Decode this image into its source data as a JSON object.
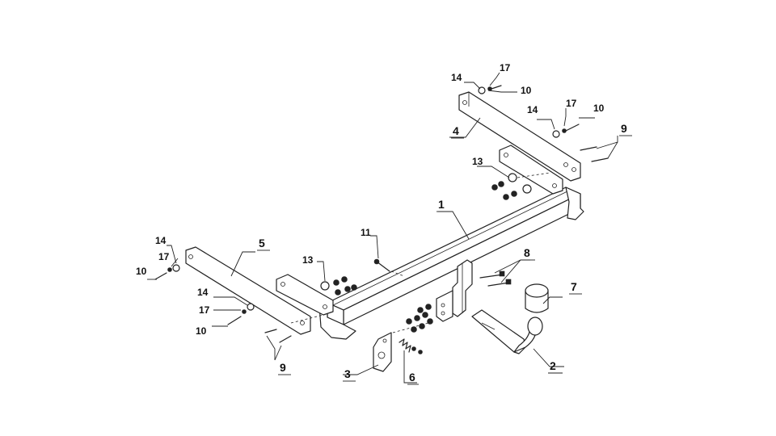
{
  "diagram": {
    "part_numbers": {
      "p1": "1",
      "p2": "2",
      "p3": "3",
      "p4": "4",
      "p5": "5",
      "p6": "6",
      "p7": "7",
      "p8": "8",
      "p9": "9",
      "p10": "10",
      "p11": "11",
      "p13": "13",
      "p14": "14",
      "p17": "17"
    }
  }
}
